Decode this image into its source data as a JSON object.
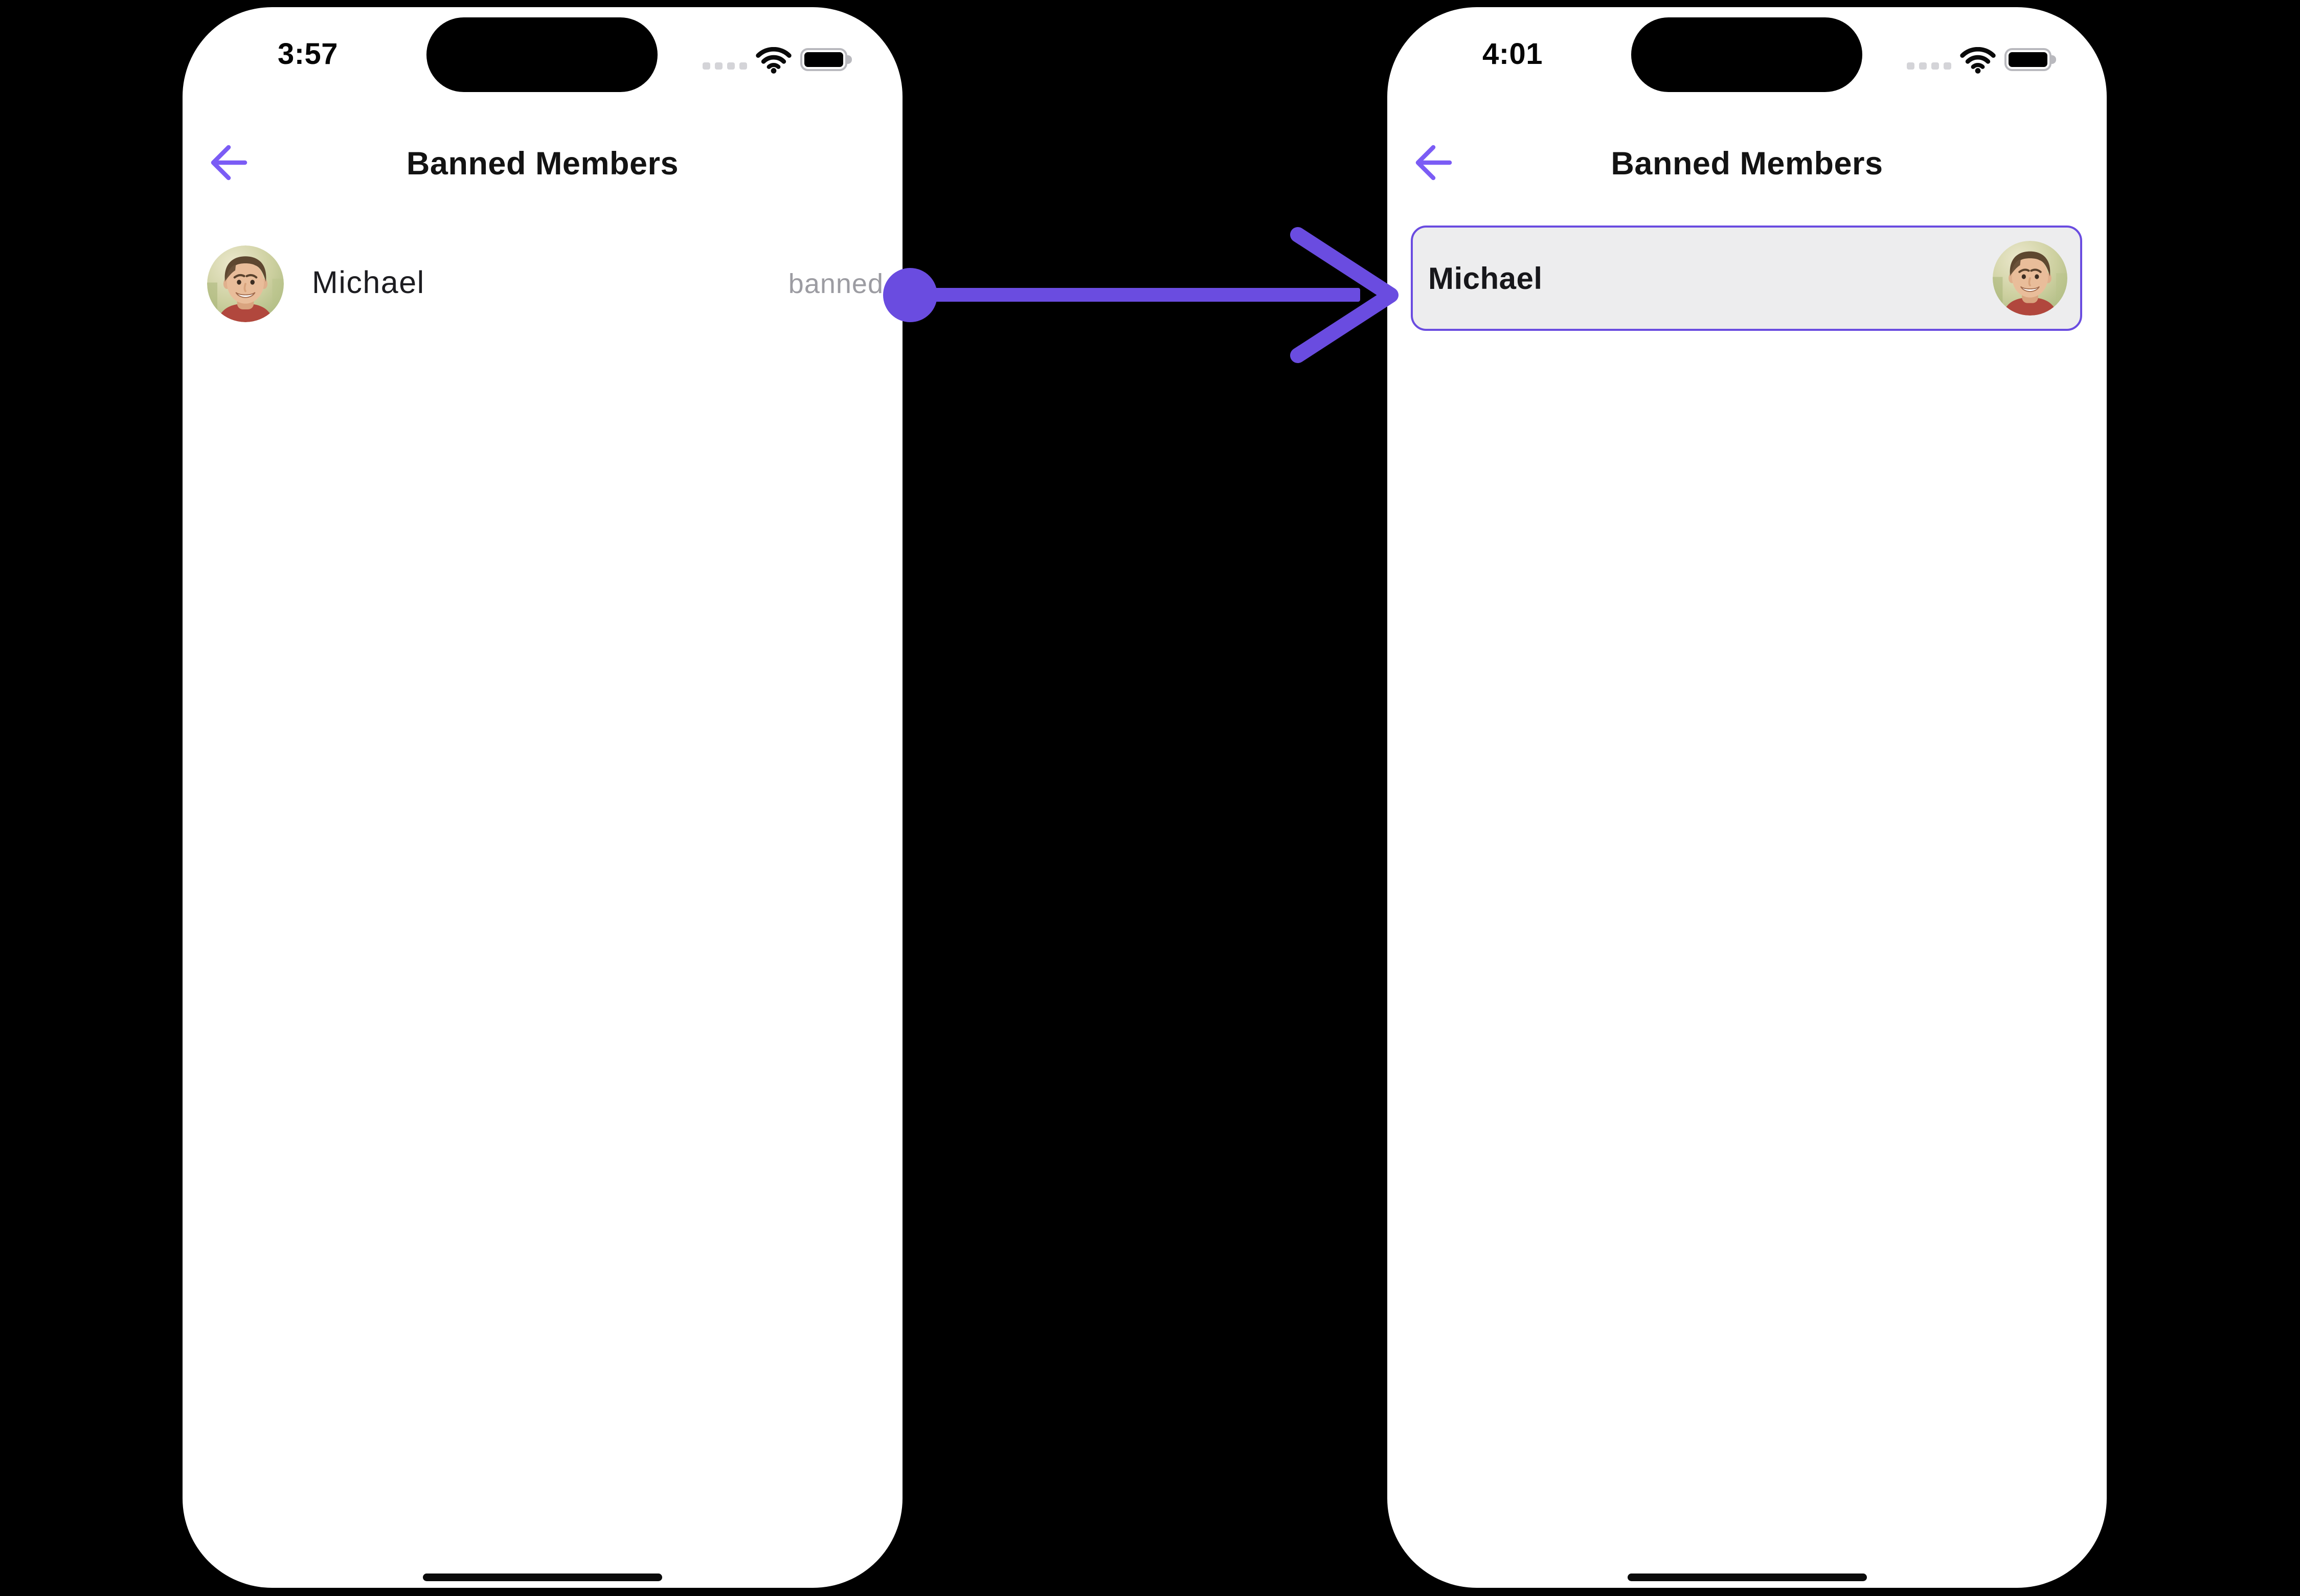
{
  "colors": {
    "canvas_background": "#000000",
    "phone_background": "#ffffff",
    "flow_arrow_purple": "#6a4ce0",
    "back_arrow_purple": "#7b5cf5",
    "card_border_purple": "#6a4ce0",
    "card_background": "#ededee",
    "banned_label_gray": "#9c9ca2",
    "cellular_dots_gray": "#d4d4d8"
  },
  "icons": {
    "back": "back-arrow-icon",
    "cellular": "cellular-dots-icon",
    "wifi": "wifi-icon",
    "battery": "battery-icon",
    "flow": "flow-arrow",
    "avatar": "member-avatar"
  },
  "left_phone": {
    "status_bar": {
      "time": "3:57"
    },
    "header": {
      "title": "Banned Members"
    },
    "members": [
      {
        "name": "Michael",
        "status": "banned"
      }
    ]
  },
  "right_phone": {
    "status_bar": {
      "time": "4:01"
    },
    "header": {
      "title": "Banned Members"
    },
    "members": [
      {
        "name": "Michael"
      }
    ]
  }
}
